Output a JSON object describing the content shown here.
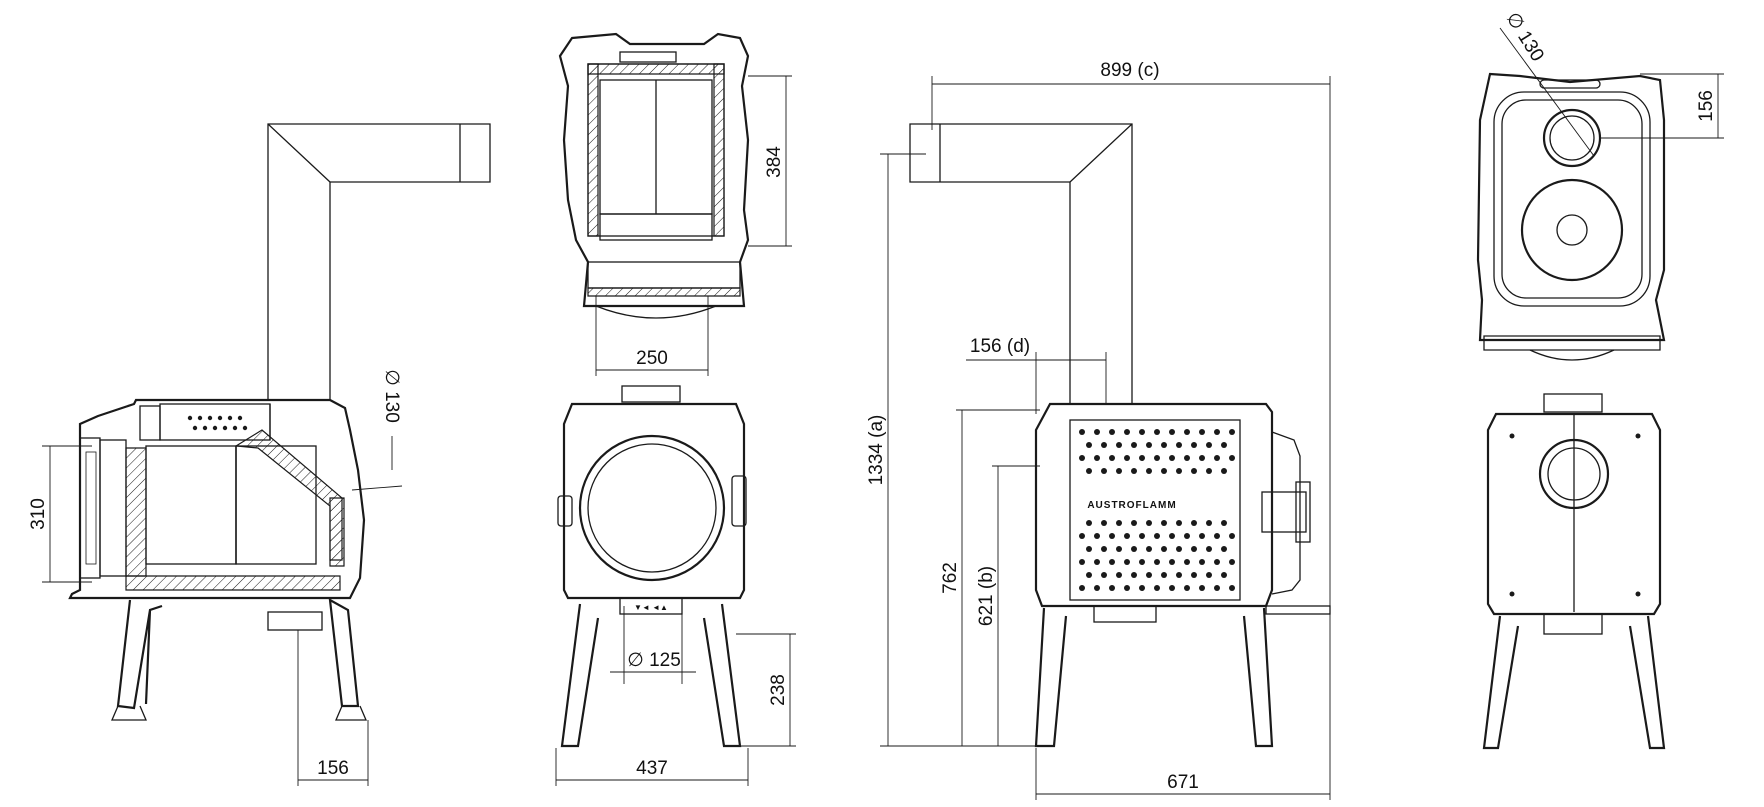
{
  "dimensions": {
    "side_section_height": "310",
    "side_flue_diameter": "130",
    "side_flue_offset": "156",
    "top_depth": "384",
    "top_width": "250",
    "front_air_inlet": "125",
    "front_leg_height": "238",
    "front_width": "437",
    "overall_depth": "899 (c)",
    "overall_height": "1334 (a)",
    "flue_offset_d": "156 (d)",
    "side_height": "762",
    "outlet_height_b": "621 (b)",
    "side_depth": "671",
    "rear_flue_diameter": "130",
    "rear_top_offset": "156"
  },
  "brand": "AUSTROFLAMM",
  "diameter_symbol": "∅",
  "door_arrows": "▼◄ ◄▲"
}
